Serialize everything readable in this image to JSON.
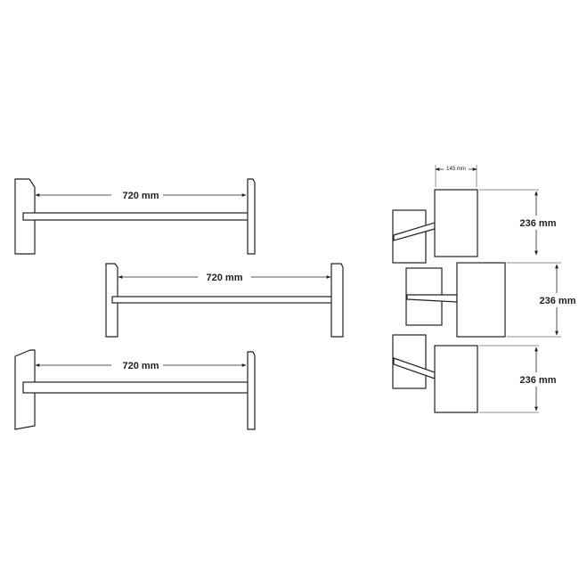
{
  "front_view": {
    "shelves": [
      {
        "label": "720 mm"
      },
      {
        "label": "720 mm"
      },
      {
        "label": "720 mm"
      }
    ]
  },
  "side_view": {
    "depth_label": "145 mm",
    "height_labels": [
      "236 mm",
      "236 mm",
      "236 mm"
    ]
  },
  "colors": {
    "line": "#222222",
    "fill": "#ffffff"
  }
}
